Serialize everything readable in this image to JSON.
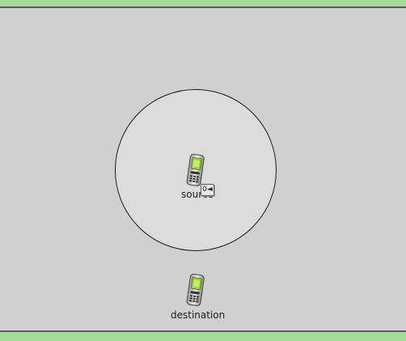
{
  "nodes": {
    "source": {
      "label": "source",
      "icon": "mobile-phone-icon"
    },
    "destination": {
      "label": "destination",
      "icon": "mobile-phone-icon"
    }
  },
  "source_badge": {
    "text": "0◄",
    "icon": "packet-queue-icon"
  },
  "colors": {
    "border_band": "#a5d99c",
    "canvas": "#d0d0d0",
    "range_fill": "#dcdcdc",
    "phone_screen": "#9cd33a"
  }
}
